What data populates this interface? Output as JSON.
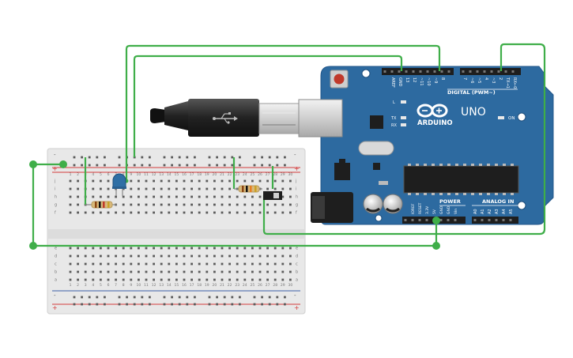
{
  "breadboard": {
    "columns": [
      "1",
      "2",
      "3",
      "4",
      "5",
      "6",
      "7",
      "8",
      "9",
      "10",
      "11",
      "12",
      "13",
      "14",
      "15",
      "16",
      "17",
      "18",
      "19",
      "20",
      "21",
      "22",
      "23",
      "24",
      "25",
      "26",
      "27",
      "28",
      "29",
      "30"
    ],
    "rows_top": [
      "j",
      "i",
      "h",
      "g",
      "f"
    ],
    "rows_bottom": [
      "e",
      "d",
      "c",
      "b",
      "a"
    ],
    "rail_plus": "+",
    "rail_minus": "-"
  },
  "arduino": {
    "brand": "ARDUINO",
    "model": "UNO",
    "digital_label": "DIGITAL (PWM~)",
    "power_label": "POWER",
    "analog_label": "ANALOG IN",
    "on_label": "ON",
    "led_l": "L",
    "led_tx": "TX",
    "led_rx": "RX",
    "top_pins": [
      "AREF",
      "GND",
      "13",
      "12",
      "~11",
      "~10",
      "~9",
      "8",
      "7",
      "~6",
      "~5",
      "4",
      "~3",
      "2",
      "TX→1",
      "RX←0"
    ],
    "power_pins": [
      "IOREF",
      "RESET",
      "3.3V",
      "5V",
      "GND",
      "GND",
      "Vin"
    ],
    "analog_pins": [
      "A0",
      "A1",
      "A2",
      "A3",
      "A4",
      "A5"
    ]
  },
  "colors": {
    "wire": "#3fae49",
    "board": "#2d6aa0",
    "breadboard": "#e6e6e6",
    "rail_red": "#d43c3c",
    "rail_blue": "#3b5fa8"
  }
}
